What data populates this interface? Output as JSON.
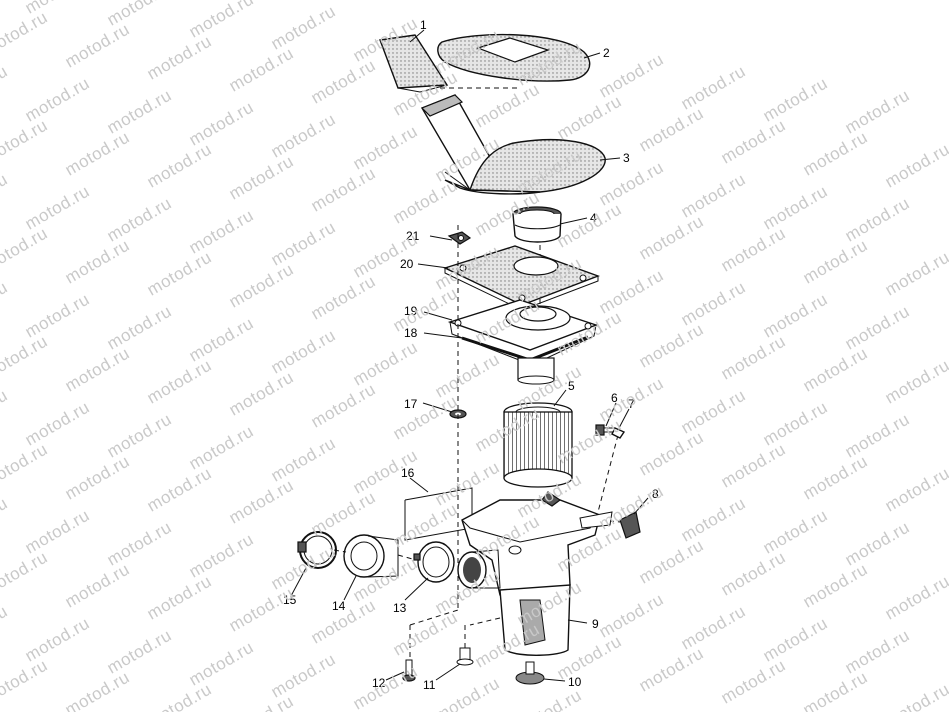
{
  "watermark": "motod.ru",
  "callouts": [
    {
      "id": "1",
      "label": "1"
    },
    {
      "id": "2",
      "label": "2"
    },
    {
      "id": "3",
      "label": "3"
    },
    {
      "id": "4",
      "label": "4"
    },
    {
      "id": "5",
      "label": "5"
    },
    {
      "id": "6",
      "label": "6"
    },
    {
      "id": "7",
      "label": "7"
    },
    {
      "id": "8",
      "label": "8"
    },
    {
      "id": "9",
      "label": "9"
    },
    {
      "id": "10",
      "label": "10"
    },
    {
      "id": "11",
      "label": "11"
    },
    {
      "id": "12",
      "label": "12"
    },
    {
      "id": "13",
      "label": "13"
    },
    {
      "id": "14",
      "label": "14"
    },
    {
      "id": "15",
      "label": "15"
    },
    {
      "id": "16",
      "label": "16"
    },
    {
      "id": "17",
      "label": "17"
    },
    {
      "id": "18",
      "label": "18"
    },
    {
      "id": "19",
      "label": "19"
    },
    {
      "id": "20",
      "label": "20"
    },
    {
      "id": "21",
      "label": "21"
    }
  ]
}
